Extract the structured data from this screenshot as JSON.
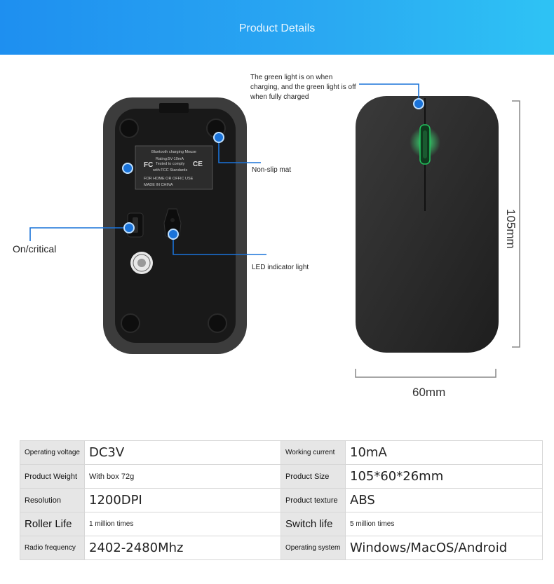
{
  "header": {
    "title": "Product Details"
  },
  "callouts": {
    "green_light": "The green light is on when charging, and the green light is off when fully charged",
    "non_slip": "Non-slip mat",
    "on_critical": "On/critical",
    "led": "LED indicator light"
  },
  "label_plate": {
    "line1": "Bluetooth charging Mouse",
    "rating": "Rating:5V-10mA",
    "fcc1": "Tested to comply",
    "fcc2": "with FCC Standards",
    "use": "FOR HOME OR OFFIC USE",
    "made": "MADE IN CHINA",
    "fc_mark": "FC",
    "ce_mark": "CE"
  },
  "dimensions": {
    "height": "105mm",
    "width": "60mm"
  },
  "specs": [
    {
      "k1": "Operating voltage",
      "v1": "DC3V",
      "k2": "Working current",
      "v2": "10mA"
    },
    {
      "k1": "Product Weight",
      "v1": "With box 72g",
      "k2": "Product Size",
      "v2": "105*60*26mm"
    },
    {
      "k1": "Resolution",
      "v1": "1200DPI",
      "k2": "Product texture",
      "v2": "ABS"
    },
    {
      "k1": "Roller Life",
      "v1": "1 million times",
      "k2": "Switch life",
      "v2": "5 million times"
    },
    {
      "k1": "Radio frequency",
      "v1": "2402-2480Mhz",
      "k2": "Operating system",
      "v2": "Windows/MacOS/Android"
    }
  ],
  "colors": {
    "banner": "#1e8ff0",
    "marker": "#1a73d9",
    "led_green": "#21c55d",
    "mouse_body": "#2b2b2b"
  }
}
